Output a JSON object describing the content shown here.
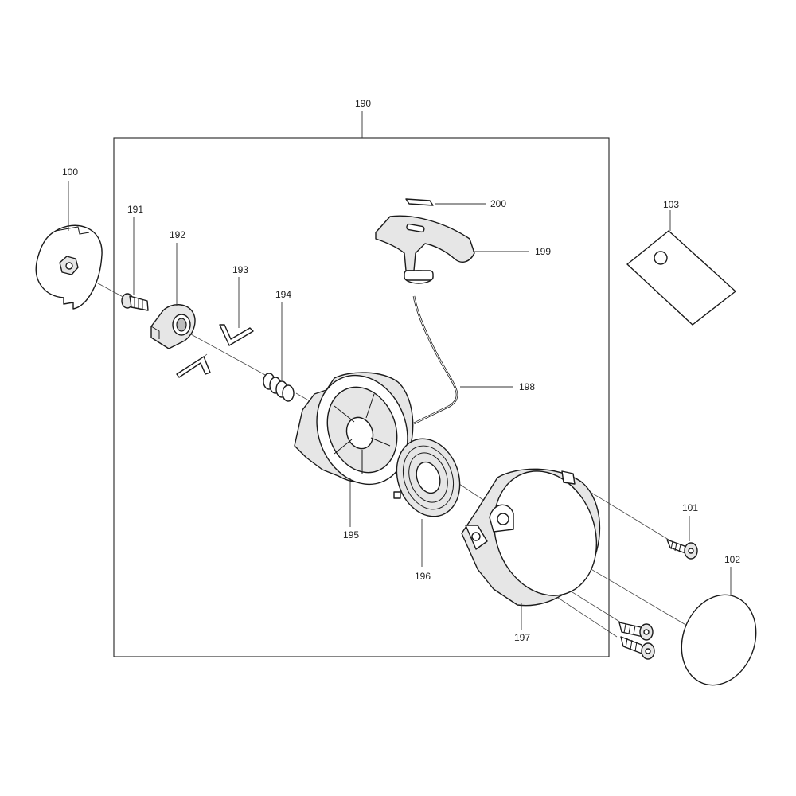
{
  "diagram": {
    "labels": {
      "p100": "100",
      "p101": "101",
      "p102": "102",
      "p103": "103",
      "p190": "190",
      "p191": "191",
      "p192": "192",
      "p193": "193",
      "p194": "194",
      "p195": "195",
      "p196": "196",
      "p197": "197",
      "p198": "198",
      "p199": "199",
      "p200": "200"
    }
  }
}
